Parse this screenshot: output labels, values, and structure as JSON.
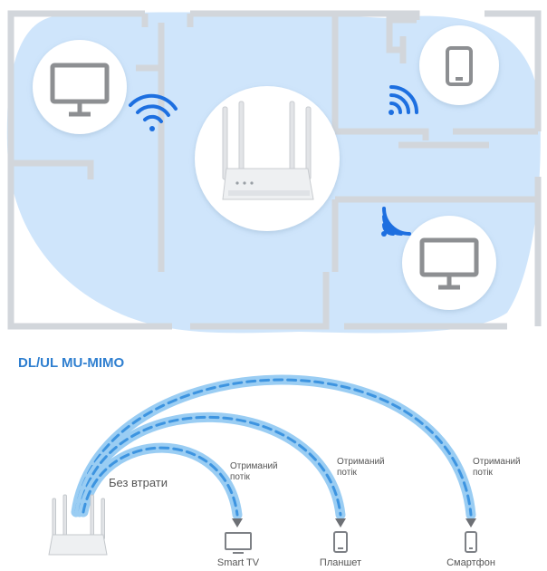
{
  "heading": "DL/UL MU-MIMO",
  "lossless_label": "Без втрати",
  "streams": [
    {
      "label_line1": "Отриманий",
      "label_line2": "потік",
      "device": "Smart TV",
      "device_icon": "tv-icon"
    },
    {
      "label_line1": "Отриманий",
      "label_line2": "потік",
      "device": "Планшет",
      "device_icon": "tablet-icon"
    },
    {
      "label_line1": "Отриманий",
      "label_line2": "потік",
      "device": "Смартфон",
      "device_icon": "smartphone-icon"
    }
  ],
  "floorplan_devices": [
    "monitor-icon",
    "tablet-icon",
    "monitor-icon"
  ],
  "colors": {
    "coverage": "#cfe5fb",
    "wall": "#d4d8dd",
    "arc_outer": "#8cc6f2",
    "arc_inner": "#4da3e8",
    "heading": "#2f7fd0",
    "icon": "#8d8f92"
  }
}
